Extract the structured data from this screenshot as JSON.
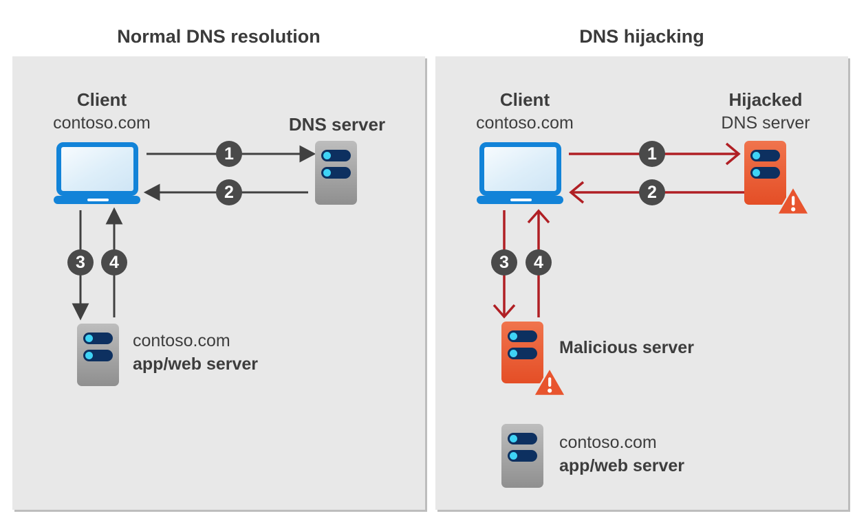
{
  "colors": {
    "panel_bg": "#e8e8e8",
    "panel_shadow": "#bdbdbd",
    "text": "#3d3d3d",
    "accent_blue": "#1283d8",
    "server_gray_top": "#bdbdbd",
    "server_gray_bottom": "#8f8f8f",
    "server_slot_navy": "#0d3060",
    "slot_dot_cyan": "#3fd3f5",
    "danger_orange": "#e8542e",
    "arrow_gray": "#404040",
    "arrow_red": "#b01f24",
    "step_badge_bg": "#4a4a4a"
  },
  "left_panel": {
    "title": "Normal DNS resolution",
    "client_name": "Client",
    "client_domain": "contoso.com",
    "dns_server_label": "DNS server",
    "steps": [
      "1",
      "2",
      "3",
      "4"
    ],
    "app_server_domain": "contoso.com",
    "app_server_label": "app/web server"
  },
  "right_panel": {
    "title": "DNS hijacking",
    "client_name": "Client",
    "client_domain": "contoso.com",
    "dns_server_label_bold": "Hijacked",
    "dns_server_label_regular": "DNS server",
    "steps": [
      "1",
      "2",
      "3",
      "4"
    ],
    "malicious_server_label": "Malicious server",
    "app_server_domain": "contoso.com",
    "app_server_label": "app/web server"
  }
}
